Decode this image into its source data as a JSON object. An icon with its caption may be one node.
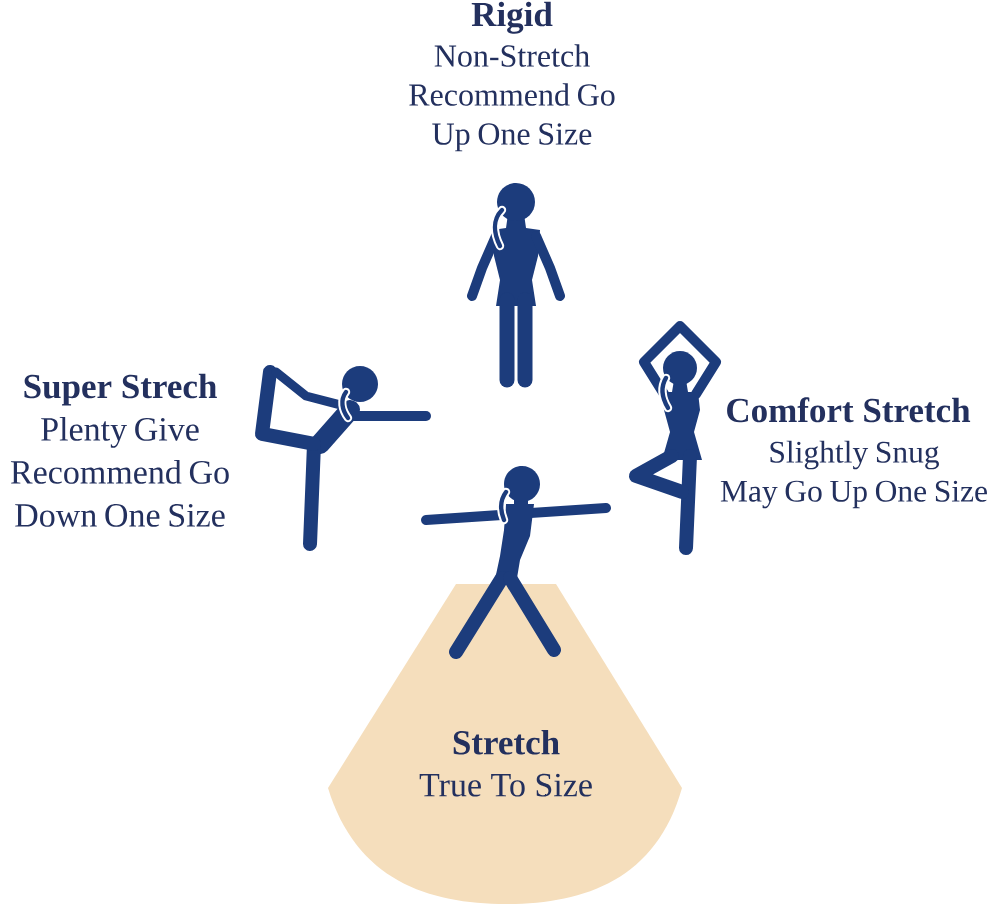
{
  "diagram": {
    "nodes": [
      {
        "text": [
          "Stretch",
          "True To Size"
        ]
      }
    ],
    "labels": [
      "Rigid",
      "Non-Stretch Recommend Go Up One Size",
      "Super Strech",
      "Plenty Give Recommend Go Down One Size",
      "Comfort Stretch",
      "Slightly Snug May Go Up One Size"
    ]
  }
}
